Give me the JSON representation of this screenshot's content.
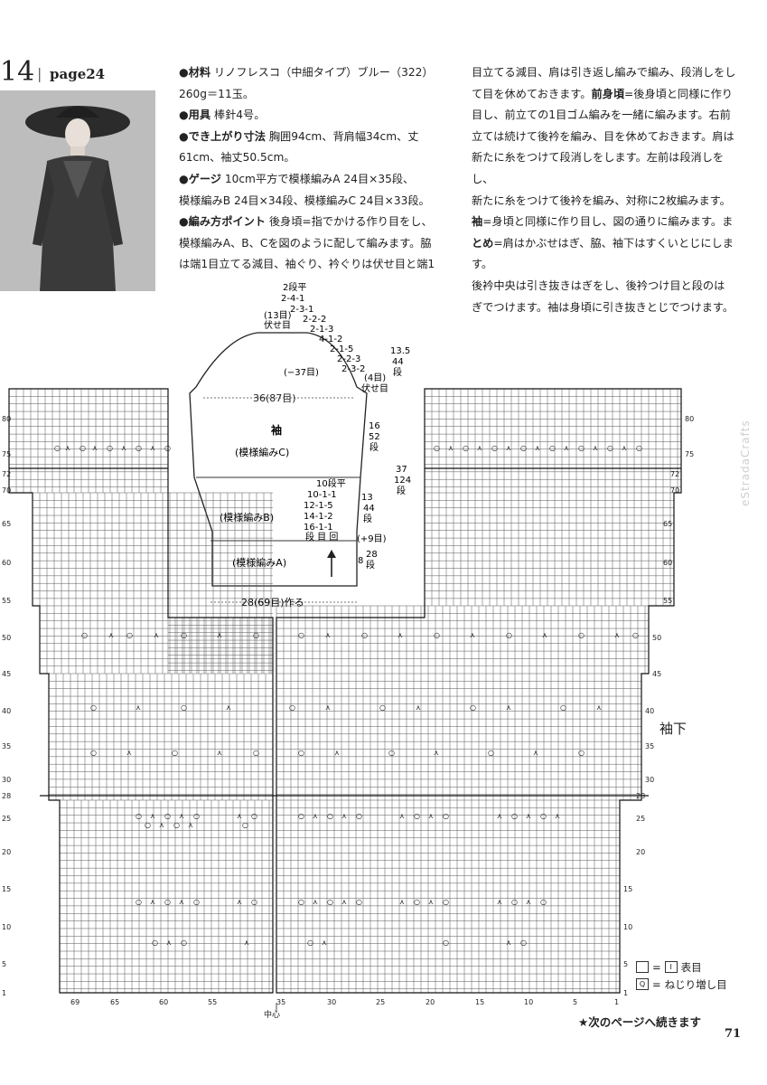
{
  "header": {
    "number": "14",
    "separator": "|",
    "page_ref": "page24"
  },
  "text": {
    "left": [
      {
        "label": "●材料",
        "body": "リノフレスコ（中細タイプ）ブルー（322）"
      },
      {
        "label": "",
        "body": "260g＝11玉。"
      },
      {
        "label": "●用具",
        "body": "棒針4号。"
      },
      {
        "label": "●でき上がり寸法",
        "body": "胸囲94cm、背肩幅34cm、丈"
      },
      {
        "label": "",
        "body": "61cm、袖丈50.5cm。"
      },
      {
        "label": "●ゲージ",
        "body": "10cm平方で模様編みA 24目×35段、"
      },
      {
        "label": "",
        "body": "模様編みB 24目×34段、模様編みC 24目×33段。"
      },
      {
        "label": "●編み方ポイント",
        "body": "後身頃=指でかける作り目をし、"
      },
      {
        "label": "",
        "body": "模様編みA、B、Cを図のように配して編みます。脇"
      },
      {
        "label": "",
        "body": "は端1目立てる減目、袖ぐり、衿ぐりは伏せ目と端1"
      }
    ],
    "right": [
      {
        "label": "",
        "body": "目立てる減目、肩は引き返し編みで編み、段消しをし"
      },
      {
        "label": "",
        "body": "て目を休めておきます。",
        "label2": "前身頃",
        "body2": "=後身頃と同様に作り"
      },
      {
        "label": "",
        "body": "目し、前立ての1目ゴム編みを一緒に編みます。右前"
      },
      {
        "label": "",
        "body": "立ては続けて後衿を編み、目を休めておきます。肩は"
      },
      {
        "label": "",
        "body": "新たに糸をつけて段消しをします。左前は段消しをし、"
      },
      {
        "label": "",
        "body": "新たに糸をつけて後衿を編み、対称に2枚編みます。"
      },
      {
        "label": "袖",
        "body": "=身頃と同様に作り目し、図の通りに編みます。ま"
      },
      {
        "label": "とめ",
        "body": "=肩はかぶせはぎ、脇、袖下はすくいとじにします。"
      },
      {
        "label": "",
        "body": "後衿中央は引き抜きはぎをし、後衿つけ目と段のは"
      },
      {
        "label": "",
        "body": "ぎでつけます。袖は身頃に引き抜きとじでつけます。"
      }
    ]
  },
  "sleeve_diagram": {
    "title": "袖",
    "sections": [
      "(模様編みC)",
      "(模様編みB)",
      "(模様編みA)"
    ],
    "top_steps": [
      "2段平",
      "2-4-1",
      "2-3-1",
      "2-2-2",
      "2-1-3",
      "4-1-2",
      "2-1-5",
      "2-2-3",
      "2-3-2"
    ],
    "cap_rows": "(13目)",
    "cap_bind": "伏せ目",
    "cap_dec": "(−37目)",
    "cap_height": "13.5",
    "cap_rows_count": "44",
    "cap_rows_unit": "段",
    "bind_side": "(4目)",
    "bind_side_label": "伏せ目",
    "width_top": "36(87目)",
    "c_height": "16",
    "c_rows": "52",
    "c_unit": "段",
    "total_height": "37",
    "total_rows": "124",
    "total_unit": "段",
    "b_steps": [
      "10段平",
      "10-1-1",
      "12-1-5",
      "14-1-2",
      "16-1-1"
    ],
    "b_steps_head": "段 目 回",
    "b_height": "13",
    "b_rows": "44",
    "b_unit": "段",
    "b_inc": "(+9目)",
    "a_height": "8",
    "a_rows": "28",
    "a_unit": "段",
    "bottom_width": "28(69目)作る"
  },
  "chart": {
    "row_labels_left": [
      "80",
      "75",
      "72",
      "70",
      "65",
      "60",
      "55",
      "50",
      "45",
      "40",
      "35",
      "30",
      "28",
      "25",
      "20",
      "15",
      "10",
      "5",
      "1"
    ],
    "row_labels_right": [
      "80",
      "75",
      "72",
      "70",
      "65",
      "60",
      "55",
      "50",
      "45",
      "40",
      "35",
      "30",
      "28",
      "25",
      "20",
      "15",
      "10",
      "5",
      "1"
    ],
    "col_labels": [
      "69",
      "65",
      "60",
      "55",
      "35",
      "30",
      "25",
      "20",
      "15",
      "10",
      "5",
      "1"
    ],
    "center_label": "中心",
    "side_label": "袖下"
  },
  "legend": [
    {
      "symbol": "□",
      "eq": "=",
      "box": "I",
      "text": "表目"
    },
    {
      "symbol": "Q",
      "eq": "=",
      "box": "",
      "text": "ねじり増し目"
    }
  ],
  "footer": {
    "continue": "★次のページへ続きます",
    "page_number": "71"
  },
  "watermark": "eStradaCrafts"
}
